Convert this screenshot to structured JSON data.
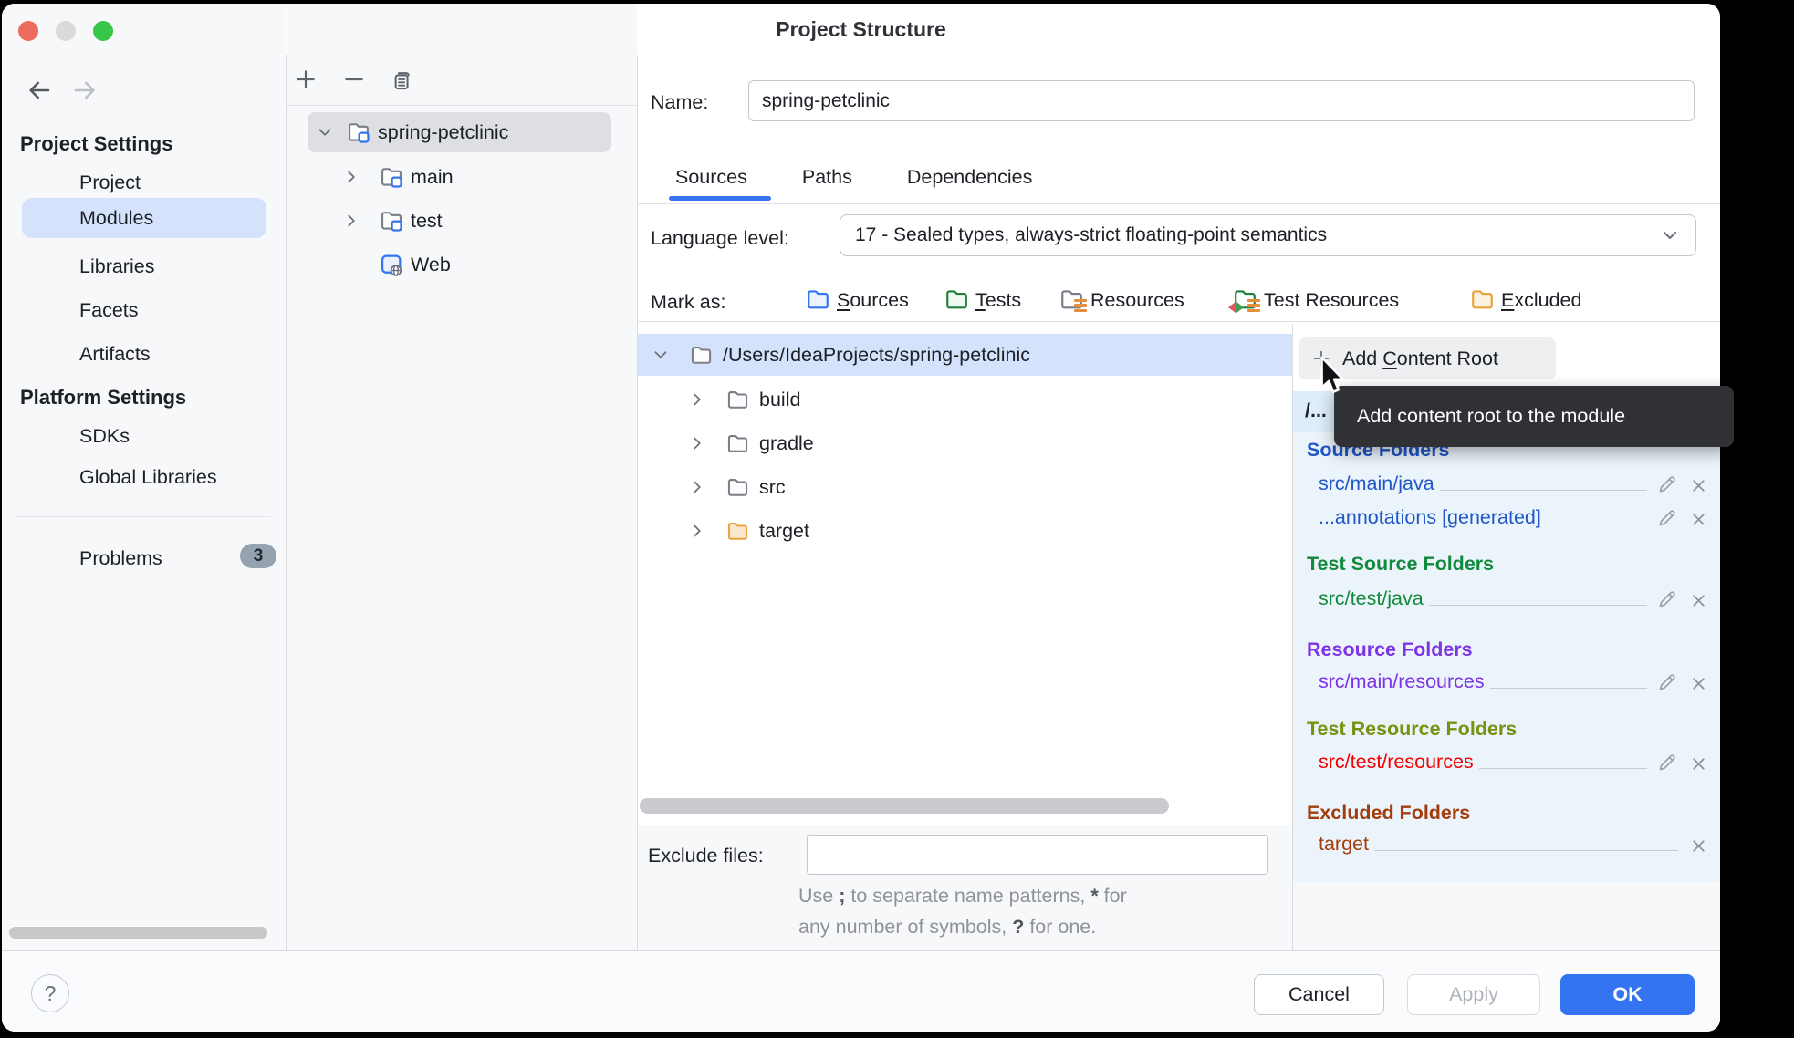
{
  "window": {
    "title": "Project Structure"
  },
  "colors": {
    "accent": "#3574f0",
    "sidebar_selection": "#d5e2fc",
    "tree_selection": "#d4e2fc",
    "source_folders": "#2056c9",
    "test_source_folders": "#128a3d",
    "resource_folders": "#7d33e6",
    "test_resource_folders": "#78910f",
    "test_resource_item": "#f50000",
    "excluded_folders": "#a23c0c",
    "problems_badge": "#94a3af",
    "tooltip_bg": "#2f3134"
  },
  "sidebar": {
    "groups": [
      {
        "label": "Project Settings",
        "items": [
          "Project",
          "Modules",
          "Libraries",
          "Facets",
          "Artifacts"
        ]
      },
      {
        "label": "Platform Settings",
        "items": [
          "SDKs",
          "Global Libraries"
        ]
      }
    ],
    "selected_item": "Modules",
    "problems": {
      "label": "Problems",
      "count": "3"
    }
  },
  "module_tree": {
    "items": [
      {
        "label": "spring-petclinic",
        "selected": true
      },
      {
        "label": "main"
      },
      {
        "label": "test"
      },
      {
        "label": "Web"
      }
    ]
  },
  "editor": {
    "name_label": "Name:",
    "name_value": "spring-petclinic",
    "tabs": [
      "Sources",
      "Paths",
      "Dependencies"
    ],
    "active_tab": "Sources",
    "language_level_label": "Language level:",
    "language_level_value": "17 - Sealed types, always-strict floating-point semantics",
    "mark_as_label": "Mark as:",
    "mark_as_options": [
      {
        "pre": "",
        "m": "S",
        "rest": "ources"
      },
      {
        "pre": "",
        "m": "T",
        "rest": "ests"
      },
      {
        "pre": "",
        "m": "",
        "rest": "Resources"
      },
      {
        "pre": "",
        "m": "",
        "rest": "Test Resources"
      },
      {
        "pre": "",
        "m": "E",
        "rest": "xcluded"
      }
    ]
  },
  "file_tree": {
    "root": "/Users/IdeaProjects/spring-petclinic",
    "children": [
      "build",
      "gradle",
      "src",
      "target"
    ]
  },
  "exclude": {
    "label": "Exclude files:",
    "value": "",
    "hint1": {
      "a": "Use ",
      "b": ";",
      "c": " to separate name patterns, ",
      "d": "*",
      "e": " for"
    },
    "hint2": {
      "a": "any number of symbols, ",
      "b": "?",
      "c": " for one."
    }
  },
  "roots_panel": {
    "add_button": {
      "pre": "Add ",
      "m": "C",
      "rest": "ontent Root"
    },
    "root_path": "/...",
    "tooltip": "Add content root to the module",
    "sections": [
      {
        "title": "Source Folders",
        "items": [
          {
            "path": "src/main/java"
          },
          {
            "path": "...annotations [generated]"
          }
        ]
      },
      {
        "title": "Test Source Folders",
        "items": [
          {
            "path": "src/test/java"
          }
        ]
      },
      {
        "title": "Resource Folders",
        "items": [
          {
            "path": "src/main/resources"
          }
        ]
      },
      {
        "title": "Test Resource Folders",
        "items": [
          {
            "path": "src/test/resources"
          }
        ]
      },
      {
        "title": "Excluded Folders",
        "items": [
          {
            "path": "target"
          }
        ]
      }
    ]
  },
  "footer": {
    "cancel": "Cancel",
    "apply": "Apply",
    "ok": "OK",
    "help": "?"
  }
}
